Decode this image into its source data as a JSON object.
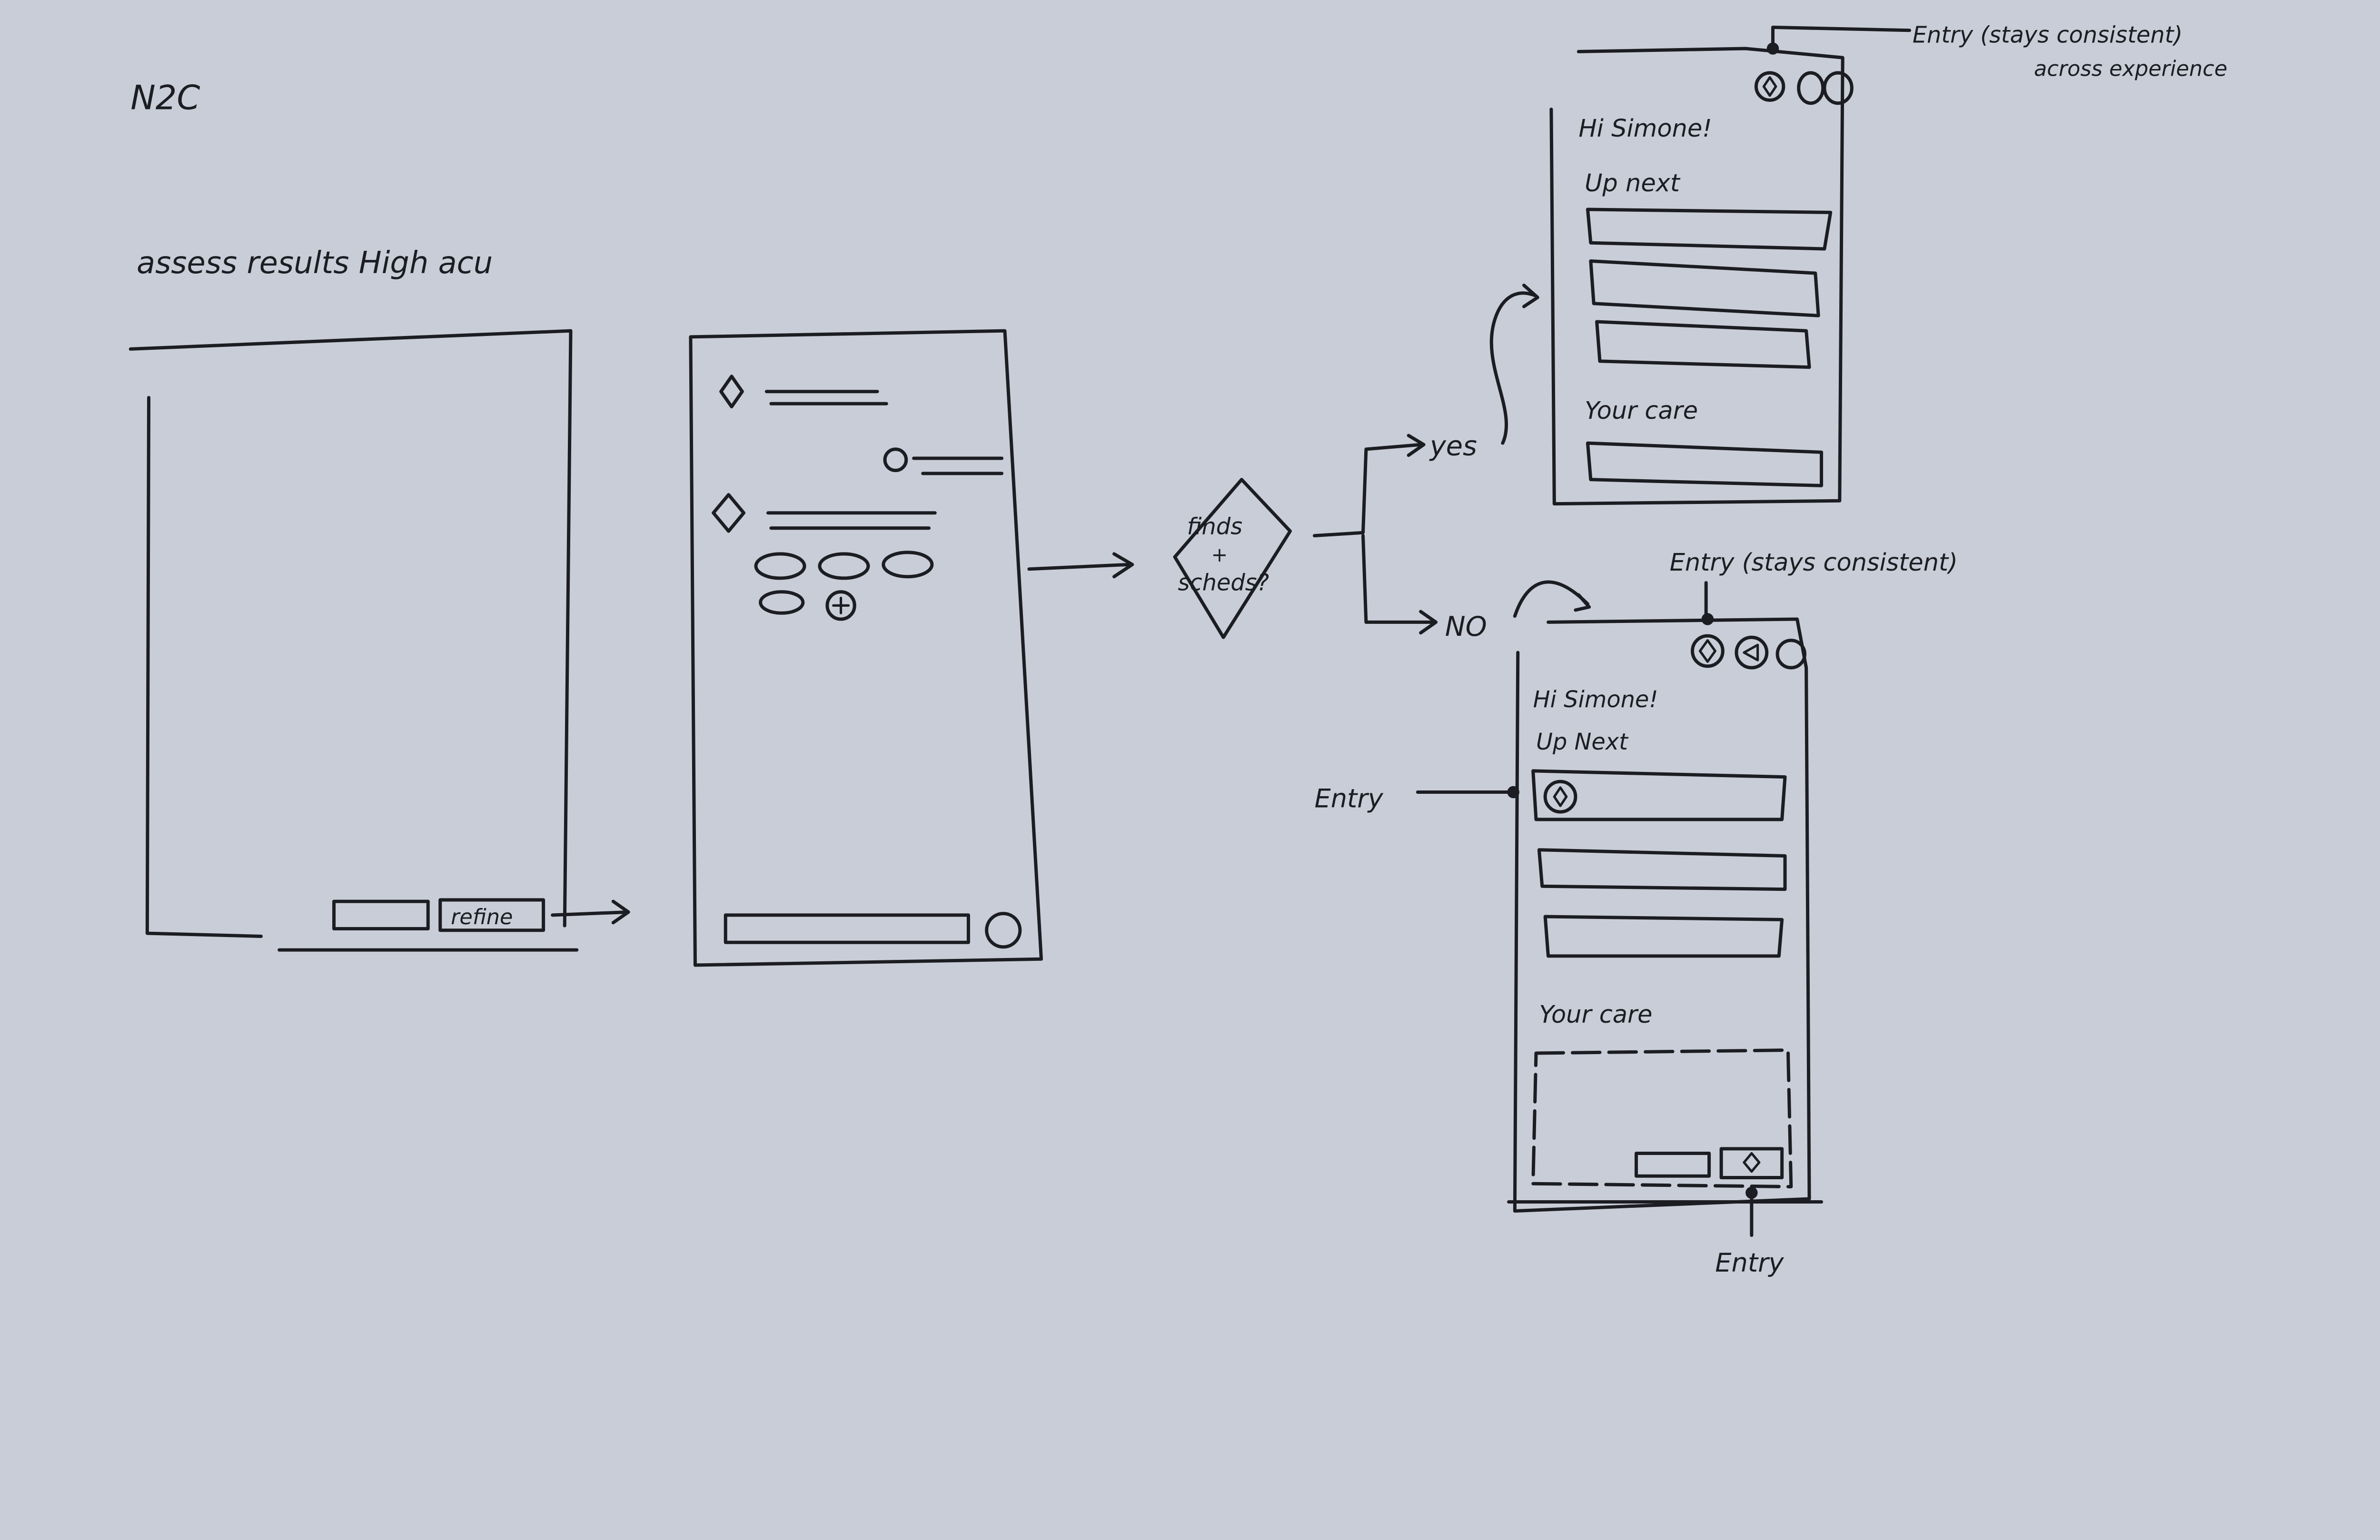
{
  "page": {
    "title": "N2C",
    "subtitle": "assess results High acu"
  },
  "colors": {
    "paper": "#c8cdd7",
    "ink": "#1c1d22"
  },
  "screen1": {
    "refine_button": "refine"
  },
  "screen2": {
    "icons": [
      "diamond-icon",
      "circle-icon",
      "diamond-icon",
      "plus-icon"
    ]
  },
  "decision": {
    "line1": "finds",
    "line2": "+",
    "line3": "scheds?",
    "yes": "yes",
    "no": "NO"
  },
  "screen_yes": {
    "annotation_line1": "Entry (stays consistent)",
    "annotation_line2": "across experience",
    "greeting": "Hi Simone!",
    "up_next": "Up next",
    "your_care": "Your care"
  },
  "screen_no": {
    "annotation_top": "Entry (stays consistent)",
    "annotation_left": "Entry",
    "annotation_bottom": "Entry",
    "greeting": "Hi Simone!",
    "up_next": "Up Next",
    "your_care": "Your care"
  }
}
